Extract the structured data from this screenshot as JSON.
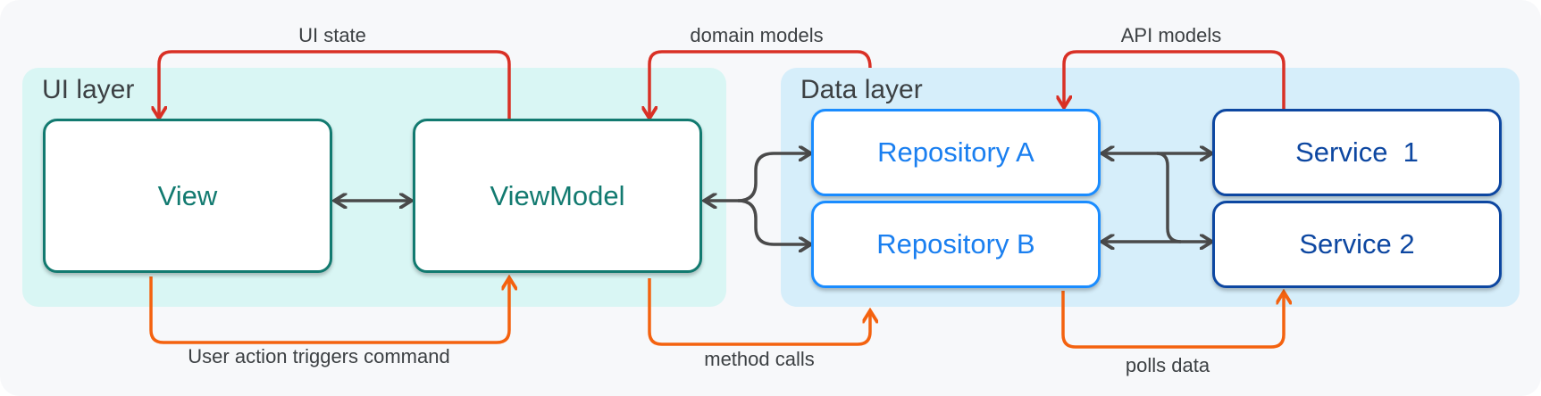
{
  "layers": {
    "ui": {
      "title": "UI layer"
    },
    "data": {
      "title": "Data layer"
    }
  },
  "nodes": {
    "view": "View",
    "viewmodel": "ViewModel",
    "repo_a": "Repository A",
    "repo_b": "Repository B",
    "service_1": "Service  1",
    "service_2": "Service 2"
  },
  "labels": {
    "ui_state": "UI state",
    "domain_models": "domain models",
    "api_models": "API models",
    "user_action": "User action triggers command",
    "method_calls": "method calls",
    "polls_data": "polls data"
  },
  "colors": {
    "background": "#f7f8fa",
    "ui_layer_fill": "#d9f6f4",
    "data_layer_fill": "#d6eefa",
    "ui_node": "#127a70",
    "repository_node": "#1a8cff",
    "service_node": "#0d47a1",
    "upward_flow": "#d93025",
    "downward_flow": "#f4620f",
    "bidirectional": "#4a4a4a"
  }
}
